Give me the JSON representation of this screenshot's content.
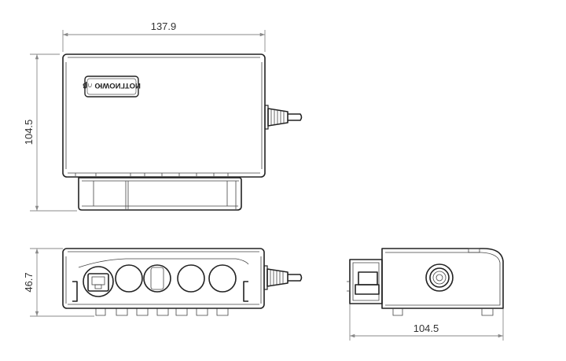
{
  "drawing": {
    "dimensions": {
      "top_width": "137.9",
      "top_height": "104.5",
      "front_height": "46.7",
      "side_width": "104.5"
    },
    "logo_text": "ИОТГИОWЮ ∩β"
  }
}
